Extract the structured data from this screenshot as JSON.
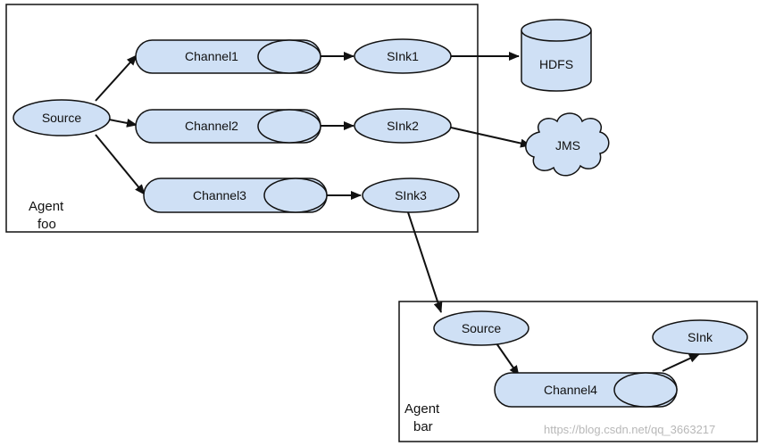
{
  "colors": {
    "node_fill": "#cfe0f5",
    "stroke": "#111111",
    "watermark": "#b8b8b8"
  },
  "agents": {
    "foo": {
      "line1": "Agent",
      "line2": "foo"
    },
    "bar": {
      "line1": "Agent",
      "line2": "bar"
    }
  },
  "nodes": {
    "source_foo": "Source",
    "channel1": "Channel1",
    "channel2": "Channel2",
    "channel3": "Channel3",
    "sink1": "SInk1",
    "sink2": "SInk2",
    "sink3": "SInk3",
    "hdfs": "HDFS",
    "jms": "JMS",
    "source_bar": "Source",
    "channel4": "Channel4",
    "sink_bar": "SInk"
  },
  "watermark": "https://blog.csdn.net/qq_3663217"
}
